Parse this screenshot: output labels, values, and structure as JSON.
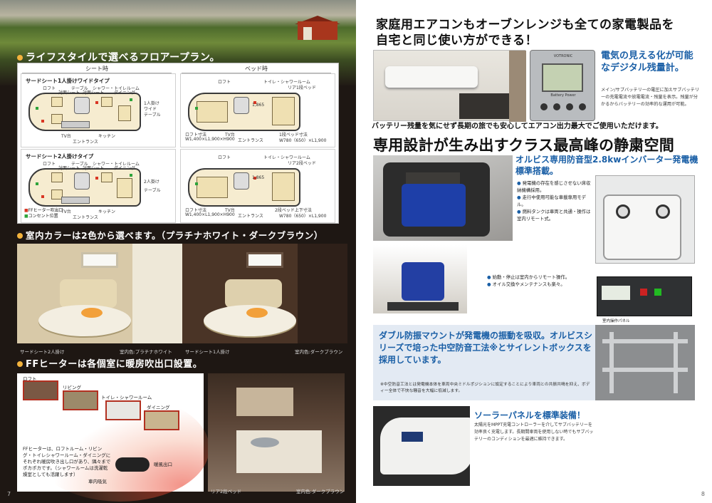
{
  "left": {
    "floorplan_heading": "ライフスタイルで選べるフロアープラン。",
    "col_seat": "シート時",
    "col_bed": "ベッド時",
    "plans": [
      {
        "title": "サードシート1人掛けワイドタイプ",
        "seat_labels": [
          "ロフト",
          "テーブル",
          "シャワー・トイレルーム",
          "対面シート",
          "対面シート",
          "ダイニング",
          "1人掛け",
          "ワイド",
          "テーブル",
          "TV台",
          "キッチン",
          "エントランス"
        ],
        "bed_labels": [
          "ロフト",
          "トイレ・シャワールーム",
          "リア1段ベッド",
          "ロフト寸法",
          "W1,400×L1,900×H900",
          "TV台",
          "エントランス",
          "1段ベッド寸法",
          "W780（650）×L1,900",
          "1,865"
        ]
      },
      {
        "title": "サードシート2人掛けタイプ",
        "seat_labels": [
          "ロフト",
          "テーブル",
          "シャワー・トイレルーム",
          "対面シート",
          "対面シート",
          "ダイニング",
          "2人掛け",
          "テーブル",
          "TV台",
          "キッチン",
          "エントランス"
        ],
        "bed_labels": [
          "ロフト",
          "トイレ・シャワールーム",
          "リア2段ベッド",
          "1,865",
          "ロフト寸法",
          "W1,400×L1,900×H900",
          "TV台",
          "エントランス",
          "2段ベッド上下寸法",
          "W780（650）×L1,900"
        ]
      }
    ],
    "legend": [
      "FFヒーター吹出口",
      "コンセント位置"
    ],
    "color_heading": "室内カラーは2色から選べます。（プラチナホワイト・ダークブラウン）",
    "color_captions": [
      "サードシート2人掛け",
      "室内色:プラチナホワイト",
      "サードシート1人掛け",
      "室内色:ダークブラウン"
    ],
    "ff_heading": "FFヒーターは各個室に暖房吹出口設置。",
    "ff_rooms": [
      "ロフト",
      "リビング",
      "トイレ・シャワールーム",
      "ダイニング"
    ],
    "ff_text": "FFヒーターは、ロフトルーム・リビング・トイレシャワールーム・ダイニングにそれぞれ暖房吹き出し口があり、隅々までポカポカです。（シャワールームは洗濯乾燥室としても活躍します）",
    "ff_parts": [
      "暖風出口",
      "車内吸気"
    ],
    "ff_photo_captions": [
      "リア2段ベッド",
      "室内色:ダークブラウン"
    ],
    "page_number": "7"
  },
  "right": {
    "headline_1": "家庭用エアコンもオーブンレンジも全ての家電製品を",
    "headline_2": "自宅と同じ使い方ができる！",
    "panel_brand": "VOTRONIC",
    "panel_sub": "Battery Power",
    "digital_heading": "電気の見える化が可能なデジタル残量計。",
    "digital_text": "メイン/サブバッテリーの電圧に加えサブバッテリーの充電電流や放電電流・残量を表示。残量が分かるからバッテリーの効率的な運用が可能。",
    "ac_caption": "バッテリー残量を気にせず長期の旅でも安心してエアコン出力最大でご使用いただけます。",
    "quiet_heading": "専用設計が生み出すクラス最高峰の静粛空間",
    "gen_heading": "オルビス専用防音型2.8kwインバーター発電機標準搭載。",
    "gen_bullets": [
      "発電機の存在を感じさせない床収納機構採用。",
      "走行中使用可能な車載専用モデル。",
      "燃料タンクは車両と共通・操作は室内リモート式。"
    ],
    "gen_bullets2": [
      "始動・停止は室内からリモート操作。",
      "オイル交換やメンテナンスも楽々。"
    ],
    "switch_caption": "室内操作パネル",
    "mount_heading": "ダブル防振マウントが発電機の振動を吸収。オルビスシリーズで培った中空防音工法※とサイレントボックスを採用しています。",
    "mount_note": "※中空防音工法とは発電機本体を車両中央ミドルポジションに設定することにより車両との共振共鳴を抑え、ボディー全体で不快な騒音を大幅に低減します。",
    "solar_heading": "ソーラーパネルを標準装備！",
    "solar_text": "太陽光をMPPT充電コントローラーを介してサブバッテリーを効率良く充電します。長期間車両を使用しない時でもサブバッテリーのコンディションを最適に維持できます。",
    "page_number": "8"
  }
}
